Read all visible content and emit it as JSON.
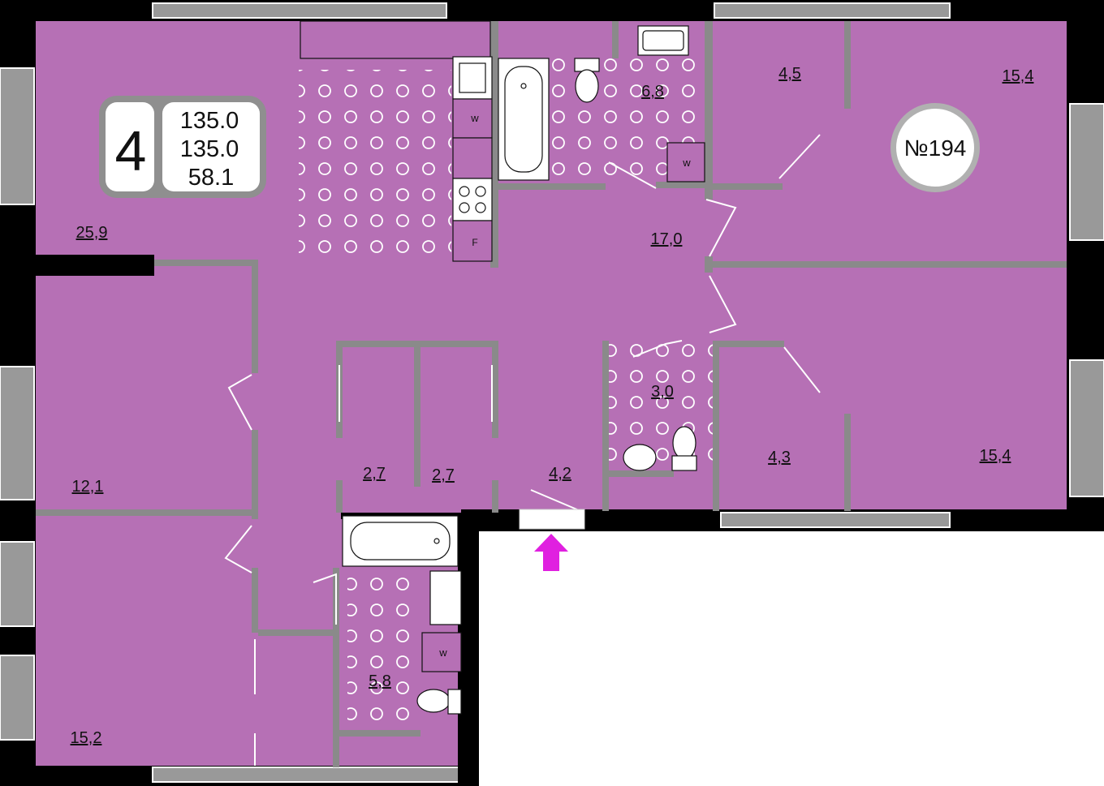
{
  "apartment": {
    "rooms_count": "4",
    "total_area": "135.0",
    "total_area_2": "135.0",
    "living_area": "58.1",
    "number": "№194"
  },
  "rooms": [
    {
      "id": "kitchen-living",
      "area": "25,9"
    },
    {
      "id": "bathroom-top",
      "area": "6,8"
    },
    {
      "id": "closet-top",
      "area": "4,5"
    },
    {
      "id": "bedroom-top-right",
      "area": "15,4"
    },
    {
      "id": "hall",
      "area": "17,0"
    },
    {
      "id": "room-left-mid",
      "area": "12,1"
    },
    {
      "id": "wc-mid",
      "area": "3,0"
    },
    {
      "id": "storage-1",
      "area": "2,7"
    },
    {
      "id": "storage-2",
      "area": "2,7"
    },
    {
      "id": "entrance",
      "area": "4,2"
    },
    {
      "id": "closet-bottom",
      "area": "4,3"
    },
    {
      "id": "bedroom-bottom-right",
      "area": "15,4"
    },
    {
      "id": "bathroom-bottom",
      "area": "5,8"
    },
    {
      "id": "room-left-bottom",
      "area": "15,2"
    }
  ],
  "fixtures": {
    "washer_label": "w",
    "fridge_label": "F"
  },
  "colors": {
    "room_fill": "#b670b5",
    "wall": "#000000",
    "window": "#999999",
    "inner_wall": "#8a8a8a",
    "entrance_arrow": "#e020e0"
  }
}
